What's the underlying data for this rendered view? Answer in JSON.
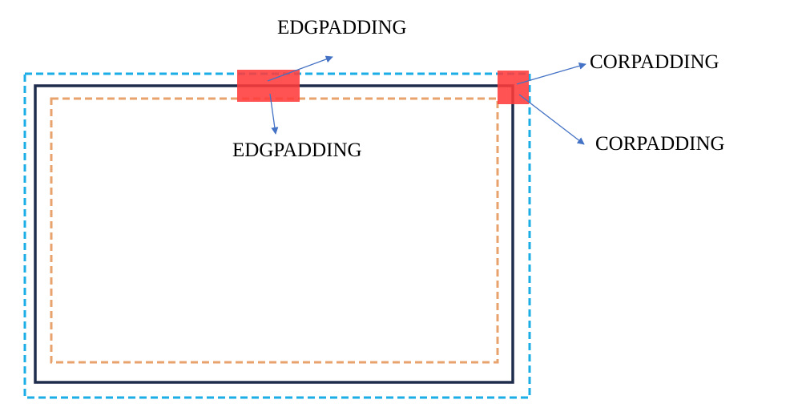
{
  "labels": {
    "edge_top": "EDGPADDING",
    "edge_inner": "EDGPADDING",
    "corner_top": "CORPADDING",
    "corner_inner": "CORPADDING"
  },
  "colors": {
    "outer_dashed": "#1bade6",
    "solid_frame": "#1f2d4d",
    "inner_dashed": "#e8a36c",
    "padding_highlight": "#ff3b3b",
    "arrow": "#4472c4"
  }
}
